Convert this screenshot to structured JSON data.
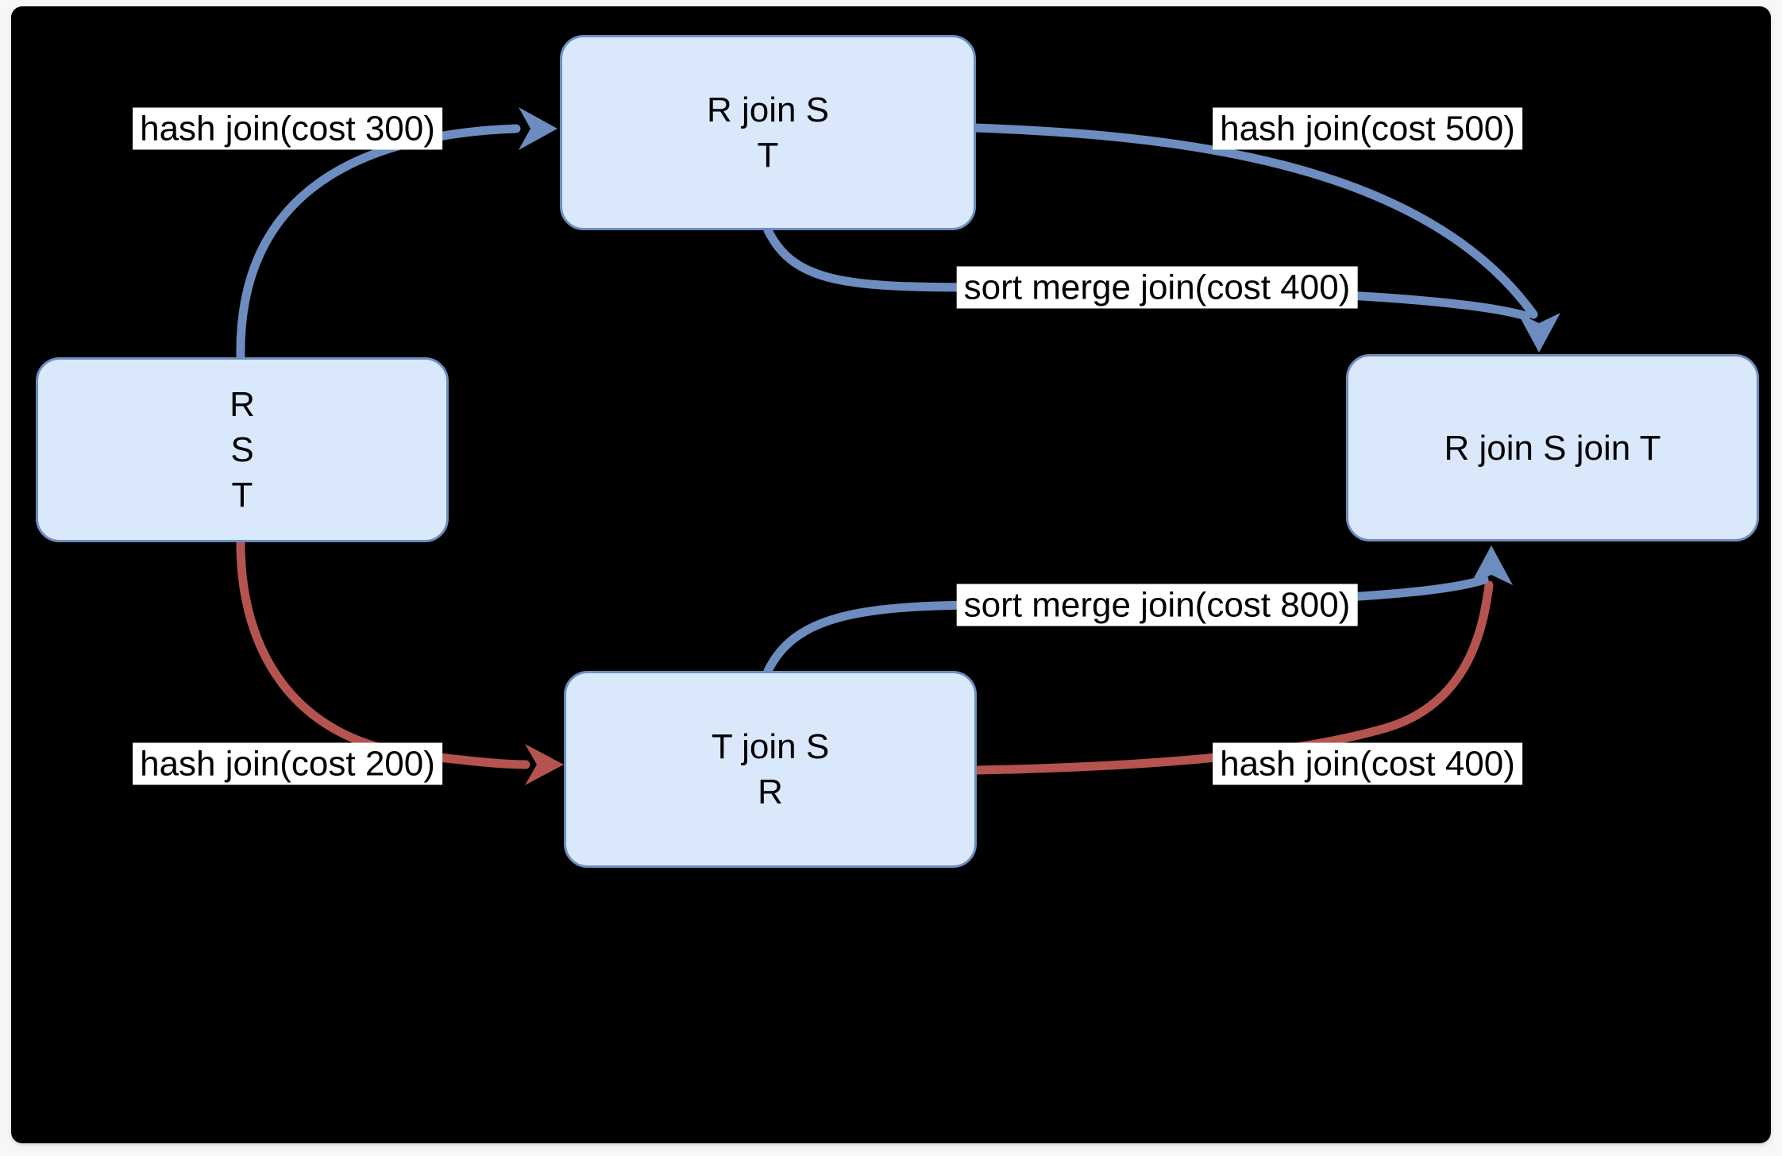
{
  "diagram": {
    "type": "join-order-search-graph",
    "colors": {
      "page_bg": "#f7f7f9",
      "canvas_bg": "#000000",
      "node_fill": "#dae8fc",
      "node_border": "#6c8ebf",
      "edge_blue": "#6d8cbf",
      "edge_red": "#b5544e",
      "label_bg": "#ffffff",
      "text_color": "#000000"
    },
    "nodes": [
      {
        "id": "RST",
        "lines": [
          "R",
          "S",
          "T"
        ]
      },
      {
        "id": "RjoinS_T",
        "lines": [
          "R join S",
          "T"
        ]
      },
      {
        "id": "TjoinS_R",
        "lines": [
          "T join S",
          "R"
        ]
      },
      {
        "id": "RjoinSjoinT",
        "lines": [
          "R join S join T"
        ]
      }
    ],
    "edges": [
      {
        "from": "RST",
        "to": "RjoinS_T",
        "label": "hash join(cost 300)",
        "method": "hash join",
        "cost": 300,
        "color": "blue"
      },
      {
        "from": "RjoinS_T",
        "to": "RjoinSjoinT",
        "label": "hash join(cost 500)",
        "method": "hash join",
        "cost": 500,
        "color": "blue"
      },
      {
        "from": "RjoinS_T",
        "to": "RjoinSjoinT",
        "label": "sort merge join(cost 400)",
        "method": "sort merge join",
        "cost": 400,
        "color": "blue"
      },
      {
        "from": "RST",
        "to": "TjoinS_R",
        "label": "hash join(cost 200)",
        "method": "hash join",
        "cost": 200,
        "color": "red"
      },
      {
        "from": "TjoinS_R",
        "to": "RjoinSjoinT",
        "label": "sort merge join(cost 800)",
        "method": "sort merge join",
        "cost": 800,
        "color": "blue"
      },
      {
        "from": "TjoinS_R",
        "to": "RjoinSjoinT",
        "label": "hash join(cost 400)",
        "method": "hash join",
        "cost": 400,
        "color": "red"
      }
    ]
  }
}
